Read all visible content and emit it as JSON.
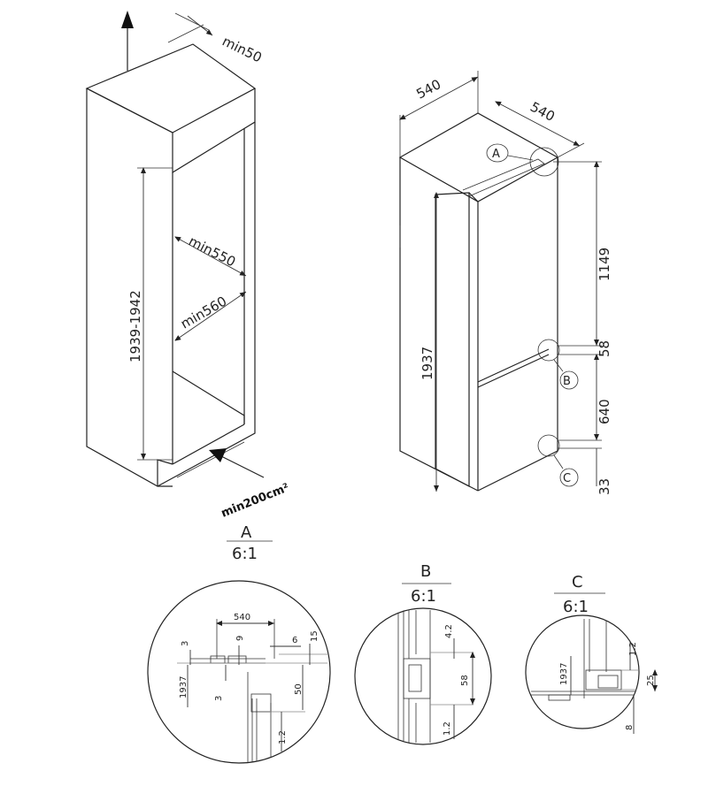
{
  "niche": {
    "top_clearance": "min50",
    "height_range": "1939-1942",
    "depth_min": "min550",
    "width_min": "min560",
    "vent_area": "min200cm²"
  },
  "appliance": {
    "width": "540",
    "depth": "540",
    "height": "1937",
    "upper_door": "1149",
    "door_gap": "58",
    "lower_door": "640",
    "bottom_gap": "33",
    "marker_a": "A",
    "marker_b": "B",
    "marker_c": "C"
  },
  "details": [
    {
      "name": "A",
      "scale": "6:1",
      "dims": [
        "540",
        "3",
        "9",
        "6",
        "15",
        "1937",
        "3",
        "50",
        "1.2"
      ]
    },
    {
      "name": "B",
      "scale": "6:1",
      "dims": [
        "4.2",
        "58",
        "1.2"
      ]
    },
    {
      "name": "C",
      "scale": "6:1",
      "dims": [
        "1937",
        "1.2",
        "25",
        "8"
      ]
    }
  ]
}
